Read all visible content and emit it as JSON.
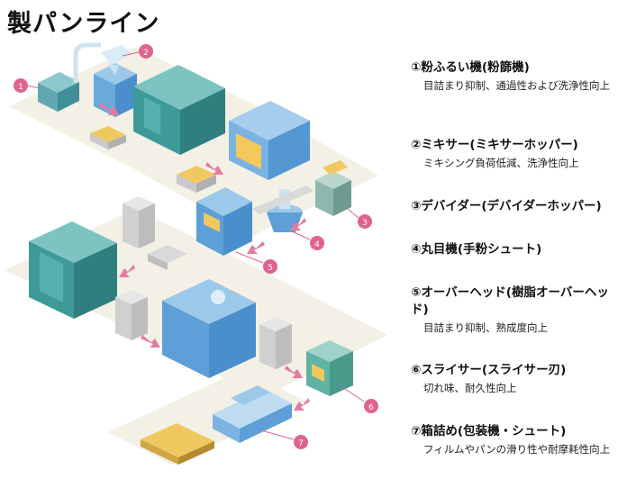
{
  "title": "製パンライン",
  "colors": {
    "machine_blue": "#5b9bd3",
    "machine_teal": "#3aa0a0",
    "floor": "#f2efe4",
    "marker": "#e0628f",
    "arrow": "#e37aa2"
  },
  "markers": [
    "1",
    "2",
    "3",
    "4",
    "5",
    "6",
    "7"
  ],
  "items": [
    {
      "title": "①粉ふるい機(粉篩機)",
      "desc": "目詰まり抑制、通過性および洗浄性向上"
    },
    {
      "title": "②ミキサー(ミキサーホッパー)",
      "desc": "ミキシング負荷低減、洗浄性向上"
    },
    {
      "title": "③デバイダー(デバイダーホッパー)",
      "desc": ""
    },
    {
      "title": "④丸目機(手粉シュート)",
      "desc": ""
    },
    {
      "title": "⑤オーバーヘッド(樹脂オーバーヘッド)",
      "desc": "目詰まり抑制、熟成度向上"
    },
    {
      "title": "⑥スライサー(スライサー刃)",
      "desc": "切れ味、耐久性向上"
    },
    {
      "title": "⑦箱詰め(包装機・シュート)",
      "desc": "フィルムやパンの滑り性や耐摩耗性向上"
    }
  ]
}
